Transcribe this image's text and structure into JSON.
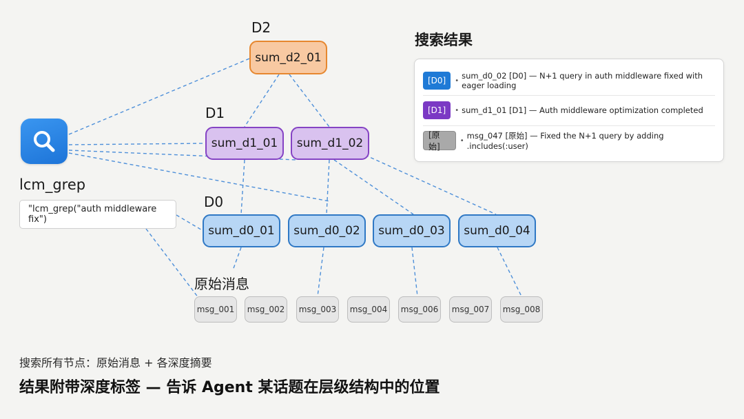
{
  "levels": {
    "d2": "D2",
    "d1": "D1",
    "d0": "D0",
    "raw": "原始消息"
  },
  "nodes": {
    "d2": [
      "sum_d2_01"
    ],
    "d1": [
      "sum_d1_01",
      "sum_d1_02"
    ],
    "d0": [
      "sum_d0_01",
      "sum_d0_02",
      "sum_d0_03",
      "sum_d0_04"
    ]
  },
  "messages": [
    "msg_001",
    "msg_002",
    "msg_003",
    "msg_004",
    "msg_006",
    "msg_007",
    "msg_008"
  ],
  "tool": {
    "name": "lcm_grep",
    "query": "\"lcm_grep(\"auth middleware fix\")"
  },
  "results": {
    "title": "搜索结果",
    "items": [
      {
        "tag": "[D0]",
        "text": "sum_d0_02 [D0] — N+1 query in auth middleware fixed with eager loading",
        "color": "#1f7ad6"
      },
      {
        "tag": "[D1]",
        "text": "sum_d1_01 [D1] — Auth middleware optimization completed",
        "color": "#7b39c4"
      },
      {
        "tag": "[原始]",
        "text": "msg_047  [原始]  — Fixed the N+1 query by adding .includes(:user)",
        "color": "#a9a9a9"
      }
    ]
  },
  "footer": {
    "line1": "搜索所有节点：原始消息 + 各深度摘要",
    "line2": "结果附带深度标签 — 告诉 Agent 某话题在层级结构中的位置"
  },
  "colors": {
    "d2": "#e6872f",
    "d1": "#8543c4",
    "d0": "#2f78c4",
    "link": "#4d8fd9"
  }
}
